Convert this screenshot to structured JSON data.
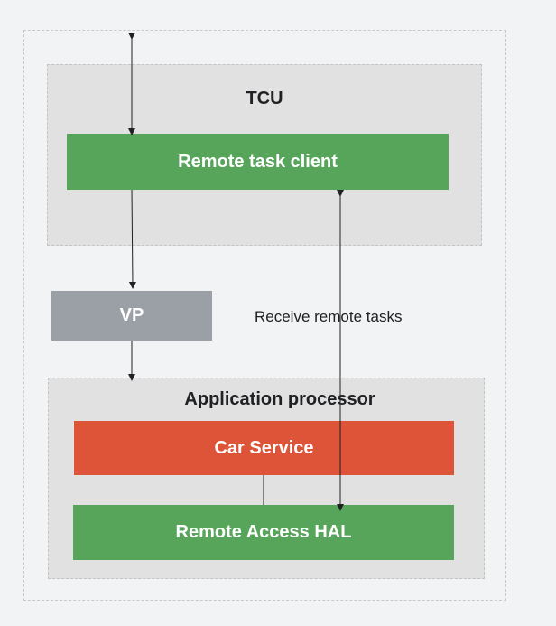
{
  "groups": {
    "tcu": {
      "title": "TCU"
    },
    "app_processor": {
      "title": "Application processor"
    }
  },
  "boxes": {
    "remote_task_client": {
      "label": "Remote task client",
      "color": "#56a55a"
    },
    "vp": {
      "label": "VP",
      "color": "#9aa0a6"
    },
    "car_service": {
      "label": "Car Service",
      "color": "#de5439"
    },
    "remote_access_hal": {
      "label": "Remote Access HAL",
      "color": "#56a55a"
    }
  },
  "edge_labels": {
    "receive_remote_tasks": "Receive remote tasks"
  }
}
